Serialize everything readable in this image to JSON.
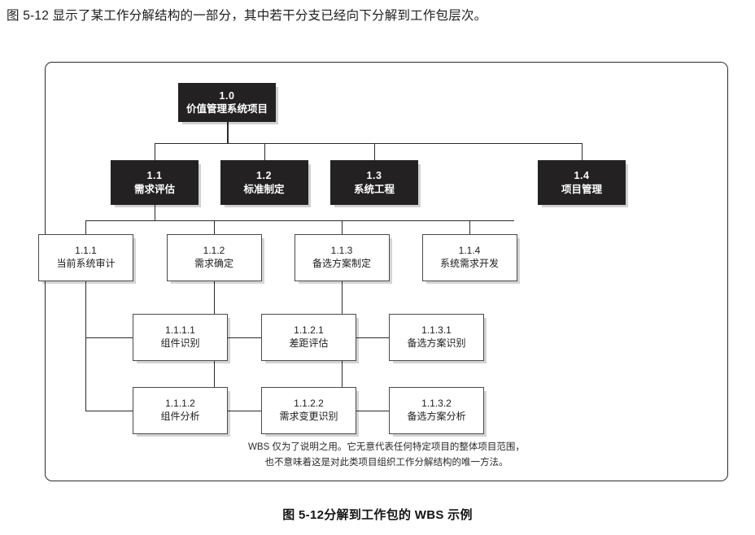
{
  "intro": {
    "text": "图 5-12 显示了某工作分解结构的一部分，其中若干分支已经向下分解到工作包层次。"
  },
  "caption": {
    "text": "图 5-12分解到工作包的 WBS 示例"
  },
  "footnote": {
    "line1": "WBS 仅为了说明之用。它无意代表任何特定项目的整体项目范围，",
    "line2": "也不意味着这是对此类项目组织工作分解结构的唯一方法。"
  },
  "colors": {
    "dark_node_bg": "#232122",
    "dark_node_text": "#ffffff",
    "light_node_bg": "#ffffff",
    "light_node_border": "#4a4a4a",
    "line": "#2b2b2b",
    "frame_border": "#2b2b2b",
    "page_bg": "#ffffff"
  },
  "chart_data": {
    "type": "diagram",
    "diagram_kind": "work-breakdown-structure",
    "title": "图 5-12分解到工作包的 WBS 示例",
    "levels": 4,
    "nodes": [
      {
        "id": "1.0",
        "number": "1.0",
        "label": "价值管理系统项目",
        "level": 0,
        "style": "dark",
        "parent": null
      },
      {
        "id": "1.1",
        "number": "1.1",
        "label": "需求评估",
        "level": 1,
        "style": "dark",
        "parent": "1.0"
      },
      {
        "id": "1.2",
        "number": "1.2",
        "label": "标准制定",
        "level": 1,
        "style": "dark",
        "parent": "1.0"
      },
      {
        "id": "1.3",
        "number": "1.3",
        "label": "系统工程",
        "level": 1,
        "style": "dark",
        "parent": "1.0"
      },
      {
        "id": "1.4",
        "number": "1.4",
        "label": "项目管理",
        "level": 1,
        "style": "dark",
        "parent": "1.0"
      },
      {
        "id": "1.1.1",
        "number": "1.1.1",
        "label": "当前系统审计",
        "level": 2,
        "style": "light",
        "parent": "1.1"
      },
      {
        "id": "1.1.2",
        "number": "1.1.2",
        "label": "需求确定",
        "level": 2,
        "style": "light",
        "parent": "1.1"
      },
      {
        "id": "1.1.3",
        "number": "1.1.3",
        "label": "备选方案制定",
        "level": 2,
        "style": "light",
        "parent": "1.1"
      },
      {
        "id": "1.1.4",
        "number": "1.1.4",
        "label": "系统需求开发",
        "level": 2,
        "style": "light",
        "parent": "1.1"
      },
      {
        "id": "1.1.1.1",
        "number": "1.1.1.1",
        "label": "组件识别",
        "level": 3,
        "style": "light",
        "parent": "1.1.1"
      },
      {
        "id": "1.1.1.2",
        "number": "1.1.1.2",
        "label": "组件分析",
        "level": 3,
        "style": "light",
        "parent": "1.1.1"
      },
      {
        "id": "1.1.2.1",
        "number": "1.1.2.1",
        "label": "差距评估",
        "level": 3,
        "style": "light",
        "parent": "1.1.2"
      },
      {
        "id": "1.1.2.2",
        "number": "1.1.2.2",
        "label": "需求变更识别",
        "level": 3,
        "style": "light",
        "parent": "1.1.2"
      },
      {
        "id": "1.1.3.1",
        "number": "1.1.3.1",
        "label": "备选方案识别",
        "level": 3,
        "style": "light",
        "parent": "1.1.3"
      },
      {
        "id": "1.1.3.2",
        "number": "1.1.3.2",
        "label": "备选方案分析",
        "level": 3,
        "style": "light",
        "parent": "1.1.3"
      }
    ]
  }
}
